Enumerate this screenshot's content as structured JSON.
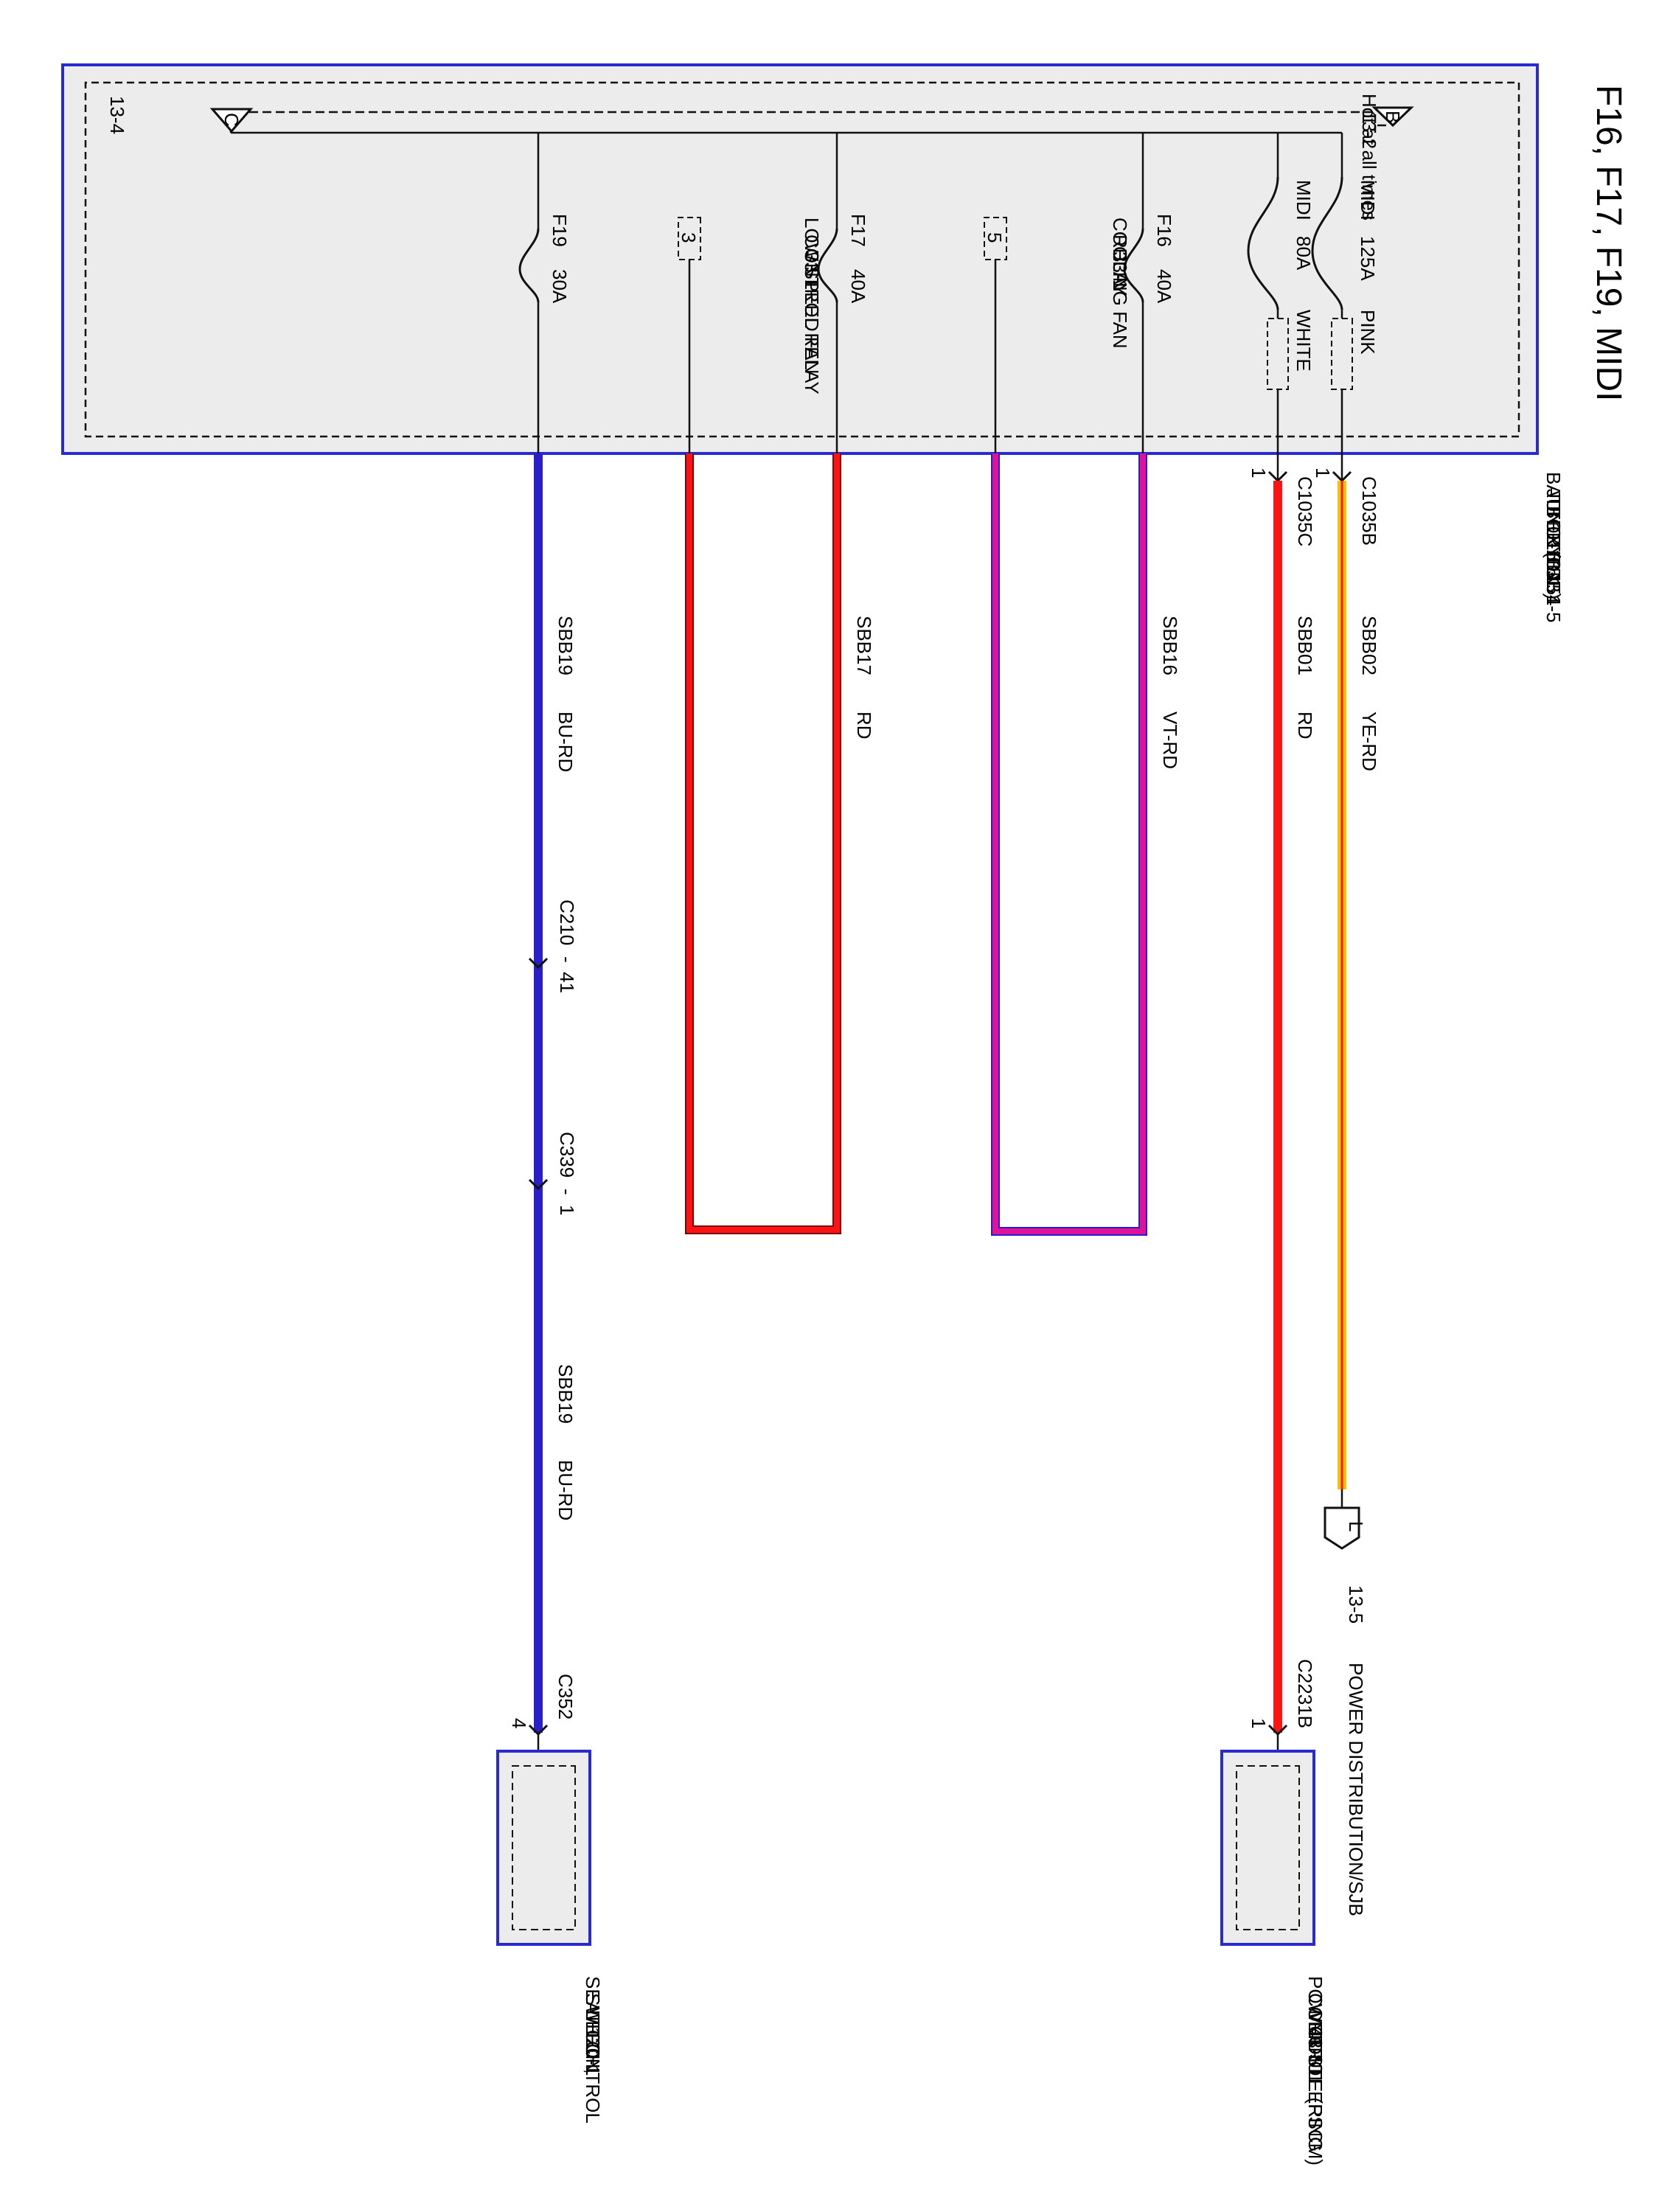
{
  "title": "F16, F17, F19, MIDI",
  "bjb": {
    "hot": "Hot at all times",
    "bus_ref_b": "13-2",
    "bus_letter_b": "B",
    "bus_ref_c": "13-4",
    "bus_letter_c": "C",
    "name_1": "BATTERY",
    "name_2": "JUNCTION",
    "name_3": "BOX (BJB)",
    "ref_1": "11-1",
    "ref_2": "151-1",
    "ref_3": "151-4",
    "ref_4": "151-5"
  },
  "fuses": {
    "midi125": {
      "name": "MIDI",
      "rating": "125A",
      "color": "PINK"
    },
    "midi80": {
      "name": "MIDI",
      "rating": "80A",
      "color": "WHITE"
    },
    "f16": {
      "name": "F16",
      "rating": "40A"
    },
    "f17": {
      "name": "F17",
      "rating": "40A"
    },
    "f19": {
      "name": "F19",
      "rating": "30A"
    }
  },
  "relays": {
    "cooling": {
      "line1": "COOLING FAN",
      "line2": "RELAY",
      "ref": "33-1",
      "pin": "5"
    },
    "lowspeed": {
      "line1": "LOW SPEED FAN",
      "line2": "CONTROL RELAY",
      "ref": "33-1",
      "pin": "3"
    }
  },
  "connectors": {
    "c1035b": {
      "name": "C1035B",
      "pin": "1"
    },
    "c1035c": {
      "name": "C1035C",
      "pin": "1"
    },
    "c2231b": {
      "name": "C2231B",
      "pin": "1"
    },
    "c210": {
      "name": "C210",
      "pin": "41"
    },
    "c339": {
      "name": "C339",
      "pin": "1"
    },
    "c352": {
      "name": "C352",
      "pin": "4"
    }
  },
  "wires": {
    "sbb02": {
      "circuit": "SBB02",
      "color": "YE-RD"
    },
    "sbb01": {
      "circuit": "SBB01",
      "color": "RD"
    },
    "sbb16": {
      "circuit": "SBB16",
      "color": "VT-RD"
    },
    "sbb17": {
      "circuit": "SBB17",
      "color": "RD"
    },
    "sbb19a": {
      "circuit": "SBB19",
      "color": "BU-RD"
    },
    "sbb19b": {
      "circuit": "SBB19",
      "color": "BU-RD"
    }
  },
  "dash": "-",
  "destinations": {
    "pdist": {
      "letter": "L",
      "ref": "13-5",
      "name": "POWER DISTRIBUTION/SJB"
    },
    "pscm": {
      "line1": "POWER STEERING",
      "line2": "CONTROL",
      "line3": "MODULE (PSCM)",
      "ref": "43-1"
    },
    "seat": {
      "line1": "SEAT CONTROL",
      "line2": "SWITCH,",
      "line3": "LEFT",
      "ref": "120-1"
    }
  },
  "colors": {
    "border": "#2a2ad2",
    "box_fill": "#ececec",
    "yellow": "#f5c400",
    "red": "#ff1212",
    "magenta": "#e0119a",
    "blue": "#2a1ec8"
  }
}
